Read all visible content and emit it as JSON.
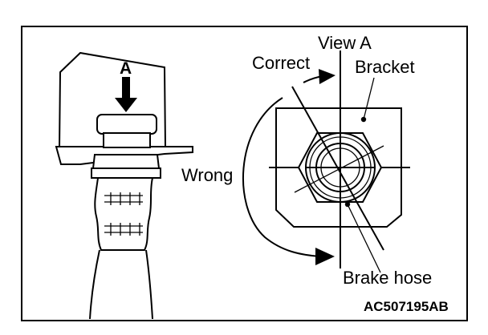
{
  "labels": {
    "view_arrow": "A",
    "view_title": "View A",
    "correct": "Correct",
    "wrong": "Wrong",
    "bracket": "Bracket",
    "brake_hose": "Brake hose",
    "figure_code": "AC507195AB"
  },
  "colors": {
    "line": "#000000",
    "background": "#ffffff"
  }
}
